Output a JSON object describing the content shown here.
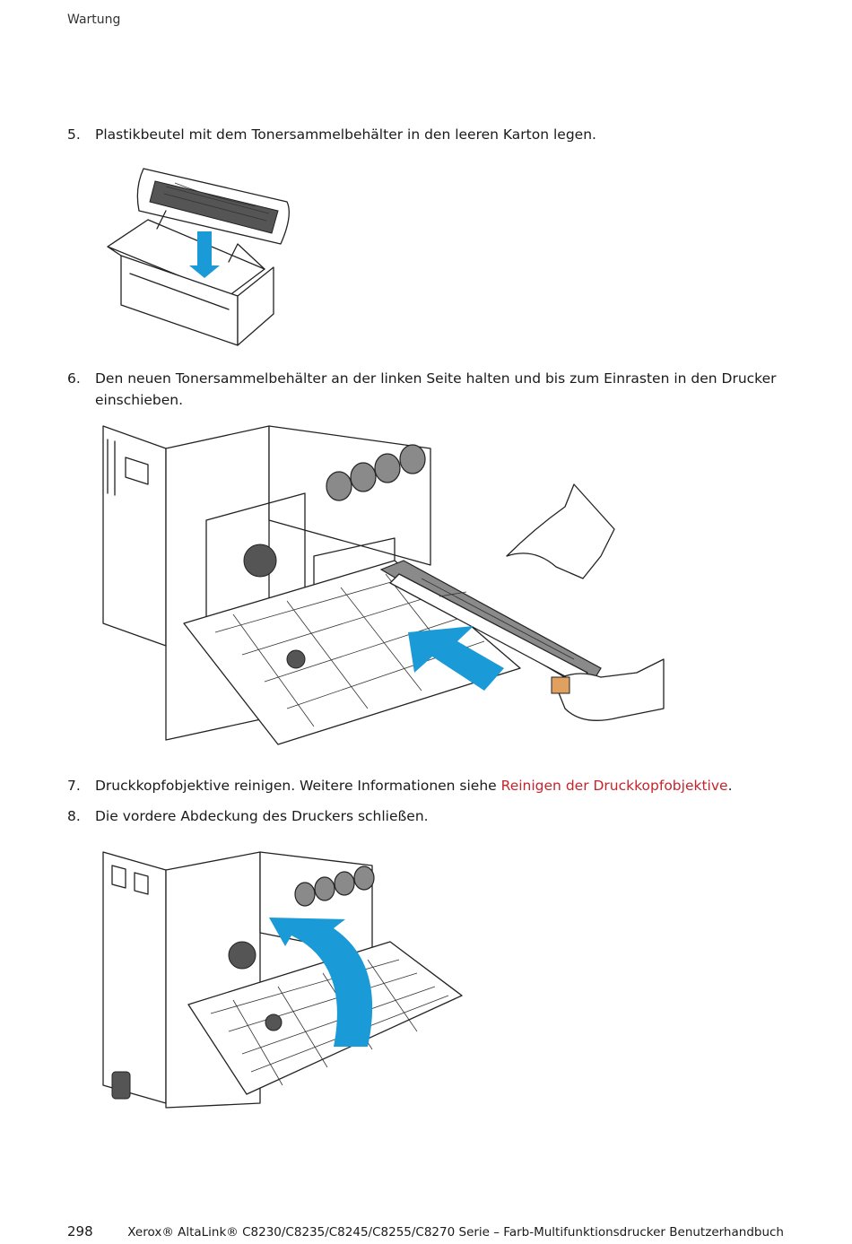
{
  "header": {
    "section": "Wartung"
  },
  "steps": [
    {
      "num": "5.",
      "text": "Plastikbeutel mit dem Tonersammelbehälter in den leeren Karton legen."
    },
    {
      "num": "6.",
      "text_line1": "Den neuen Tonersammelbehälter an der linken Seite halten und bis zum Einrasten in den Drucker",
      "text_line2": "einschieben."
    },
    {
      "num": "7.",
      "text": "Druckkopfobjektive reinigen. Weitere Informationen siehe ",
      "link": "Reinigen der Druckkopfobjektive",
      "suffix": "."
    },
    {
      "num": "8.",
      "text": "Die vordere Abdeckung des Druckers schließen."
    }
  ],
  "footer": {
    "page_number": "298",
    "title": "Xerox® AltaLink® C8230/C8235/C8245/C8255/C8270 Serie – Farb-Multifunktionsdrucker Benutzerhandbuch"
  },
  "colors": {
    "link": "#c8232c",
    "arrow": "#1a9ad6",
    "text": "#1a1a1a"
  }
}
